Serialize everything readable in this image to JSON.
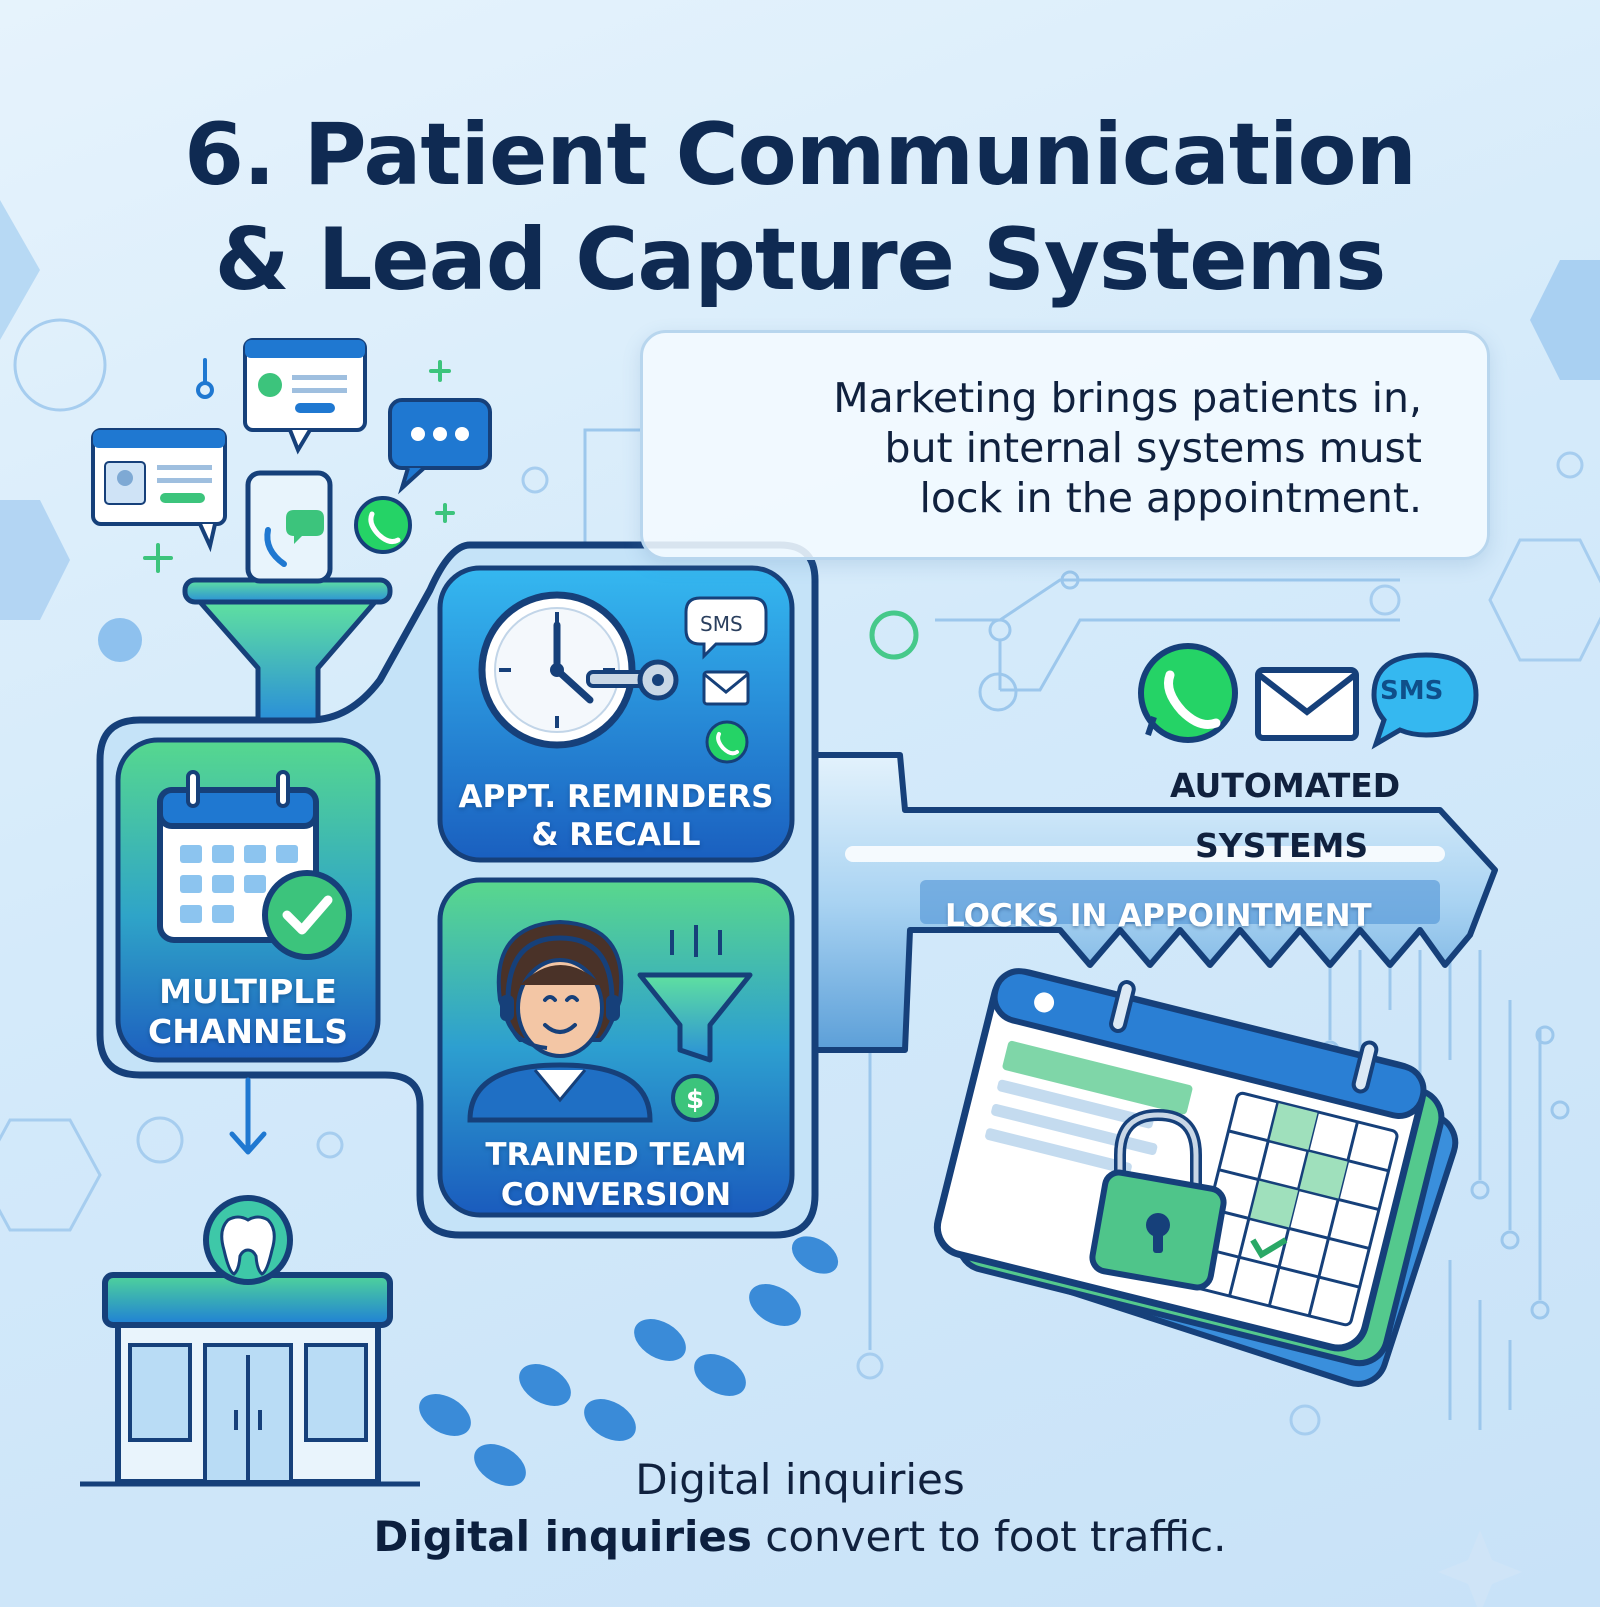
{
  "title": {
    "line1": "6. Patient Communication",
    "line2": "& Lead Capture Systems"
  },
  "callout": {
    "line1": "Marketing brings patients in,",
    "line2": "but internal systems must",
    "line3": "lock in the appointment."
  },
  "cards": {
    "reminders": {
      "line1": "APPT. REMINDERS",
      "line2": "& RECALL",
      "badge": "SMS"
    },
    "channels": {
      "line1": "MULTIPLE",
      "line2": "CHANNELS"
    },
    "team": {
      "line1": "TRAINED TEAM",
      "line2": "CONVERSION"
    }
  },
  "key": {
    "line1": "AUTOMATED",
    "line2": "SYSTEMS",
    "line3": "LOCKS IN APPOINTMENT",
    "badge": "SMS"
  },
  "footer": {
    "line1": "Digital inquiries",
    "line2_bold": "Digital inquiries",
    "line2_rest": " convert to foot traffic."
  },
  "colors": {
    "navy": "#0f2a52",
    "blue": "#1f78d1",
    "green": "#3cc47c",
    "whatsapp": "#25d366",
    "background": "#d4eafa"
  },
  "icons": [
    "whatsapp-icon",
    "envelope-icon",
    "sms-bubble-icon",
    "clock-icon",
    "key-icon",
    "calendar-icon",
    "check-icon",
    "headset-agent-icon",
    "funnel-icon",
    "dollar-icon",
    "tooth-icon",
    "clinic-building-icon",
    "padlock-icon",
    "footprints-icon"
  ]
}
